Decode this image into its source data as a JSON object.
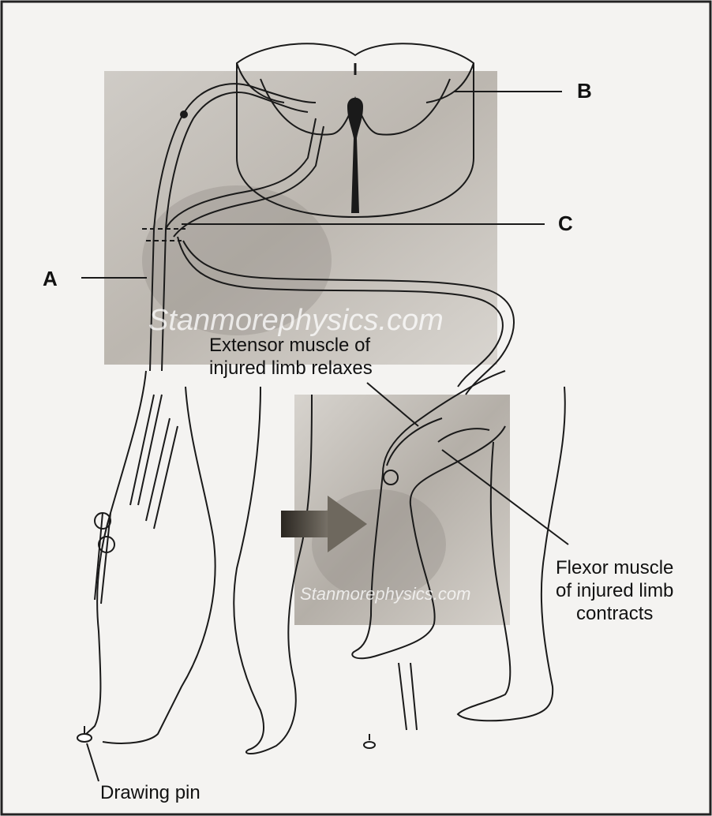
{
  "labels": {
    "a": "A",
    "b": "B",
    "c": "C",
    "extensor_line1": "Extensor muscle of",
    "extensor_line2": "injured limb relaxes",
    "flexor_line1": "Flexor muscle",
    "flexor_line2": "of injured limb",
    "flexor_line3": "contracts",
    "pin": "Drawing pin"
  },
  "watermarks": {
    "top": "Stanmorephysics.com",
    "bottom": "Stanmorephysics.com"
  },
  "colors": {
    "line": "#1a1a1a",
    "photo_grey": "#b9b4ad",
    "arrow": "#5a554c"
  }
}
